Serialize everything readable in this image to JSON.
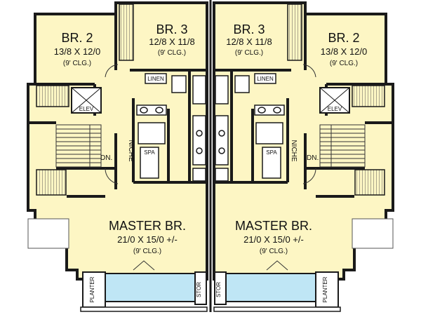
{
  "colors": {
    "floor": "#fdf6c4",
    "wall": "#1a1a1a",
    "balcony": "#bfe6f5",
    "planter": "#ffffff"
  },
  "left_unit": {
    "br2": {
      "name": "BR. 2",
      "dims": "13/8 X 12/0",
      "clg": "(9' CLG.)"
    },
    "br3": {
      "name": "BR. 3",
      "dims": "12/8 X 11/8",
      "clg": "(9' CLG.)"
    },
    "master": {
      "name": "MASTER BR.",
      "dims": "21/0 X 15/0 +/-",
      "clg": "(9' CLG.)"
    },
    "linen": "LINEN",
    "elev": "ELEV",
    "dn": "DN.",
    "niche": "NICHE",
    "spa": "SPA",
    "planter": "PLANTER",
    "stor": "STOR"
  },
  "right_unit": {
    "br2": {
      "name": "BR. 2",
      "dims": "13/8 X 12/0",
      "clg": "(9' CLG.)"
    },
    "br3": {
      "name": "BR. 3",
      "dims": "12/8 X 11/8",
      "clg": "(9' CLG.)"
    },
    "master": {
      "name": "MASTER BR.",
      "dims": "21/0 X 15/0 +/-",
      "clg": "(9' CLG.)"
    },
    "linen": "LINEN",
    "elev": "ELEV",
    "dn": "DN.",
    "niche": "NICHE",
    "spa": "SPA",
    "planter": "PLANTER",
    "stor": "STOR"
  }
}
